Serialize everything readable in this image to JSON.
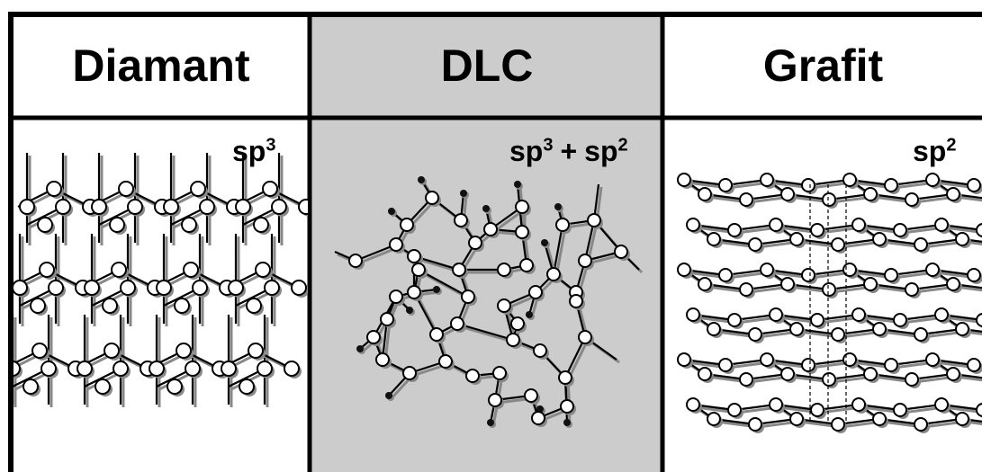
{
  "panels": [
    {
      "title": "Diamant",
      "sup_base": "sp",
      "sup_exp": "3"
    },
    {
      "title": "DLC",
      "sup_base1": "sp",
      "sup_exp1": "3",
      "plus": "+",
      "sup_base2": "sp",
      "sup_exp2": "2"
    },
    {
      "title": "Grafit",
      "sup_base": "sp",
      "sup_exp": "2"
    }
  ],
  "colors": {
    "dlc_background": "#cccccc",
    "border": "#000000",
    "atom_fill": "#ffffff",
    "shadow": "#888888",
    "h_atom": "#111111"
  }
}
